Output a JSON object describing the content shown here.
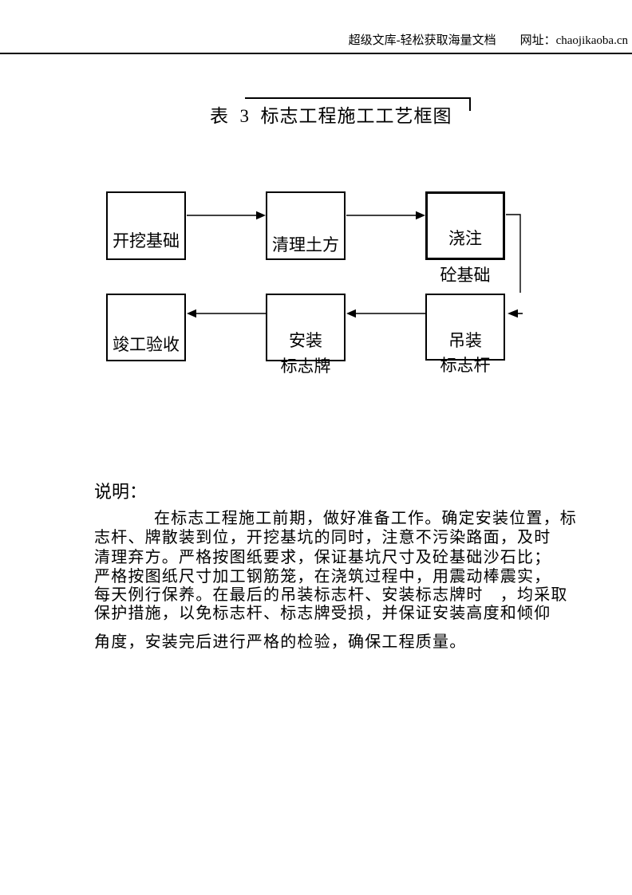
{
  "page": {
    "background": "#ffffff",
    "text_color": "#000000"
  },
  "header": {
    "text": "超级文库-轻松获取海量文档　　网址：chaojikaoba.cn"
  },
  "title": {
    "text": "表  3  标志工程施工工艺框图"
  },
  "flowchart": {
    "boxes": [
      {
        "name": "excavate-foundation",
        "label": "开挖基础"
      },
      {
        "name": "clear-earthwork",
        "label": "清理土方"
      },
      {
        "name": "pour-concrete",
        "label": "浇注",
        "label_below": "砼基础"
      },
      {
        "name": "completion-acceptance",
        "label": "竣工验收"
      },
      {
        "name": "install-sign-board",
        "label": "安装",
        "label_below": "标志牌"
      },
      {
        "name": "hoist-sign-pole",
        "label": "吊装",
        "label_below": "标志杆"
      }
    ],
    "line_color": "#000000"
  },
  "notes": {
    "heading": "说明：",
    "lines": [
      "在标志工程施工前期，做好准备工作。确定安装位置，标",
      "志杆、牌散装到位，开挖基坑的同时，注意不污染路面，及时",
      "清理弃方。严格按图纸要求，保证基坑尺寸及砼基础沙石比；",
      "严格按图纸尺寸加工钢筋笼，在浇筑过程中，用震动棒震实，",
      "每天例行保养。在最后的吊装标志杆、安装标志牌时　，均采取",
      "保护措施，以免标志杆、标志牌受损，并保证安装高度和倾仰",
      "角度，安装完后进行严格的检验，确保工程质量。"
    ]
  }
}
